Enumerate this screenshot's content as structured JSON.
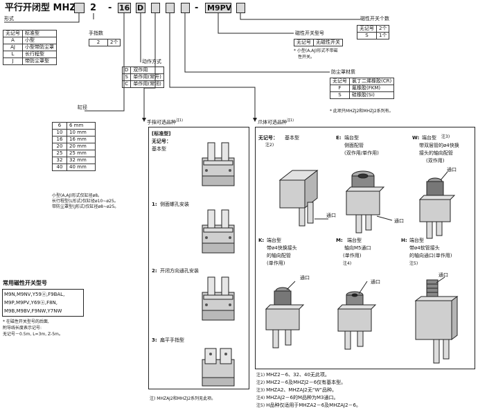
{
  "header": {
    "title_prefix": "平行开闭型 MHZ",
    "dash1": "2",
    "dash2": "-",
    "bore_box": "16",
    "action_box": "D",
    "dash3": "-",
    "switch_box": "M9PV"
  },
  "form": {
    "title": "形式",
    "cols": [
      "无记号",
      "标准型"
    ],
    "rows": [
      [
        "A",
        "小型"
      ],
      [
        "AJ",
        "小型带防尘罩"
      ],
      [
        "L",
        "长行程型"
      ],
      [
        "J",
        "带防尘罩型"
      ]
    ]
  },
  "fingers": {
    "title": "手指数",
    "row": [
      "2",
      "2个"
    ]
  },
  "action": {
    "title": "动作方式",
    "rows": [
      [
        "D",
        "双作用"
      ],
      [
        "S",
        "单作用(常开)"
      ],
      [
        "C",
        "单作用(常闭)"
      ]
    ]
  },
  "bore": {
    "title": "缸径",
    "rows": [
      [
        "6",
        "6 mm"
      ],
      [
        "10",
        "10 mm"
      ],
      [
        "16",
        "16 mm"
      ],
      [
        "20",
        "20 mm"
      ],
      [
        "25",
        "25 mm"
      ],
      [
        "32",
        "32 mm"
      ],
      [
        "40",
        "40 mm"
      ]
    ],
    "notes": [
      "小型(A,AJ)形式仅缸径ø8。",
      "长行程型(L形式)仅缸径ø10~ø25。",
      "带防尘罩型(J形式)仅缸径ø8~ø25。"
    ]
  },
  "switch_count": {
    "title": "磁性开关个数",
    "rows": [
      [
        "无记号",
        "2个"
      ],
      [
        "S",
        "1个"
      ]
    ]
  },
  "switch_model": {
    "title": "磁性开关型号",
    "row": [
      "无记号",
      "无磁性开关"
    ],
    "note": [
      "* 小型(A,AJ)形式不带磁",
      "性开关。"
    ]
  },
  "dust": {
    "title": "防尘罩材质",
    "rows": [
      [
        "无记号",
        "氯丁二烯橡胶(CR)"
      ],
      [
        "F",
        "氟橡胶(FKM)"
      ],
      [
        "S",
        "硅橡胶(Si)"
      ]
    ],
    "note": "* 此项只MHZJ2和MHZJ2系列有。"
  },
  "finger_options": {
    "title": "手指可选品种",
    "title_note": "注1)",
    "items": [
      {
        "label": "[标准型]",
        "label2": "无记号：",
        "desc": "基本型"
      },
      {
        "label": "1:",
        "desc": "侧面螺孔安装"
      },
      {
        "label": "2:",
        "desc": "开闭方向通孔安装"
      },
      {
        "label": "3:",
        "desc": "扁平手指型"
      }
    ],
    "footnote_mark": "注)",
    "footnote": "MHZAJ2和MHZJ2系列无此项。"
  },
  "body_options": {
    "title": "爪体可选品种",
    "title_note": "注1)",
    "items": [
      {
        "code": "无记号：",
        "lines": [
          "基本型"
        ],
        "note": "注2)"
      },
      {
        "code": "E:",
        "lines": [
          "端台型",
          "侧面配管",
          "(双作用/单作用)"
        ],
        "note": ""
      },
      {
        "code": "W:",
        "lines": [
          "端台型",
          "带双层管的ø4快换",
          "接头的轴向配管",
          "(双作用)"
        ],
        "note": "注3)"
      },
      {
        "code": "K:",
        "lines": [
          "端台型",
          "带ø4快换接头",
          "的轴向配管",
          "(单作用)"
        ],
        "note": ""
      },
      {
        "code": "M:",
        "lines": [
          "端台型",
          "轴向M5通口",
          "(单作用)"
        ],
        "note": "注4)"
      },
      {
        "code": "H:",
        "lines": [
          "端台型",
          "带ø4软管接头",
          "的轴向通口(单作用)"
        ],
        "note": "注5)"
      }
    ],
    "port_label": "通口",
    "notes": [
      [
        "注1)",
        "MHZ2－6、32、40无此项。"
      ],
      [
        "注2)",
        "MHZ2－6及MHZJ2－6仅有基本型。"
      ],
      [
        "注3)",
        "MHZA2、MHZAJ2无“W”品种。"
      ],
      [
        "注4)",
        "MHZAJ2－6的M品种为M3通口。"
      ],
      [
        "注5)",
        "H品种仅适用于MHZA2－6及MHZAJ2－6。"
      ]
    ]
  },
  "common_switches": {
    "title": "常用磁性开关型号",
    "lines": [
      "M9N,M9NV,Y59ⓐ,F9BAL,",
      "M9P,M9PV,Y69ⓐ,F8N,",
      "M9B,M9BV,F9NW,Y7NW"
    ],
    "notes": [
      "* 在磁性开关型号的后面,",
      "附导线长度表示记号:",
      "无记号－0.5m, L=3m, Z-5m。"
    ]
  },
  "colors": {
    "gray": "#d9d9d9",
    "line": "#222222",
    "metal": "#c9c9c9"
  }
}
